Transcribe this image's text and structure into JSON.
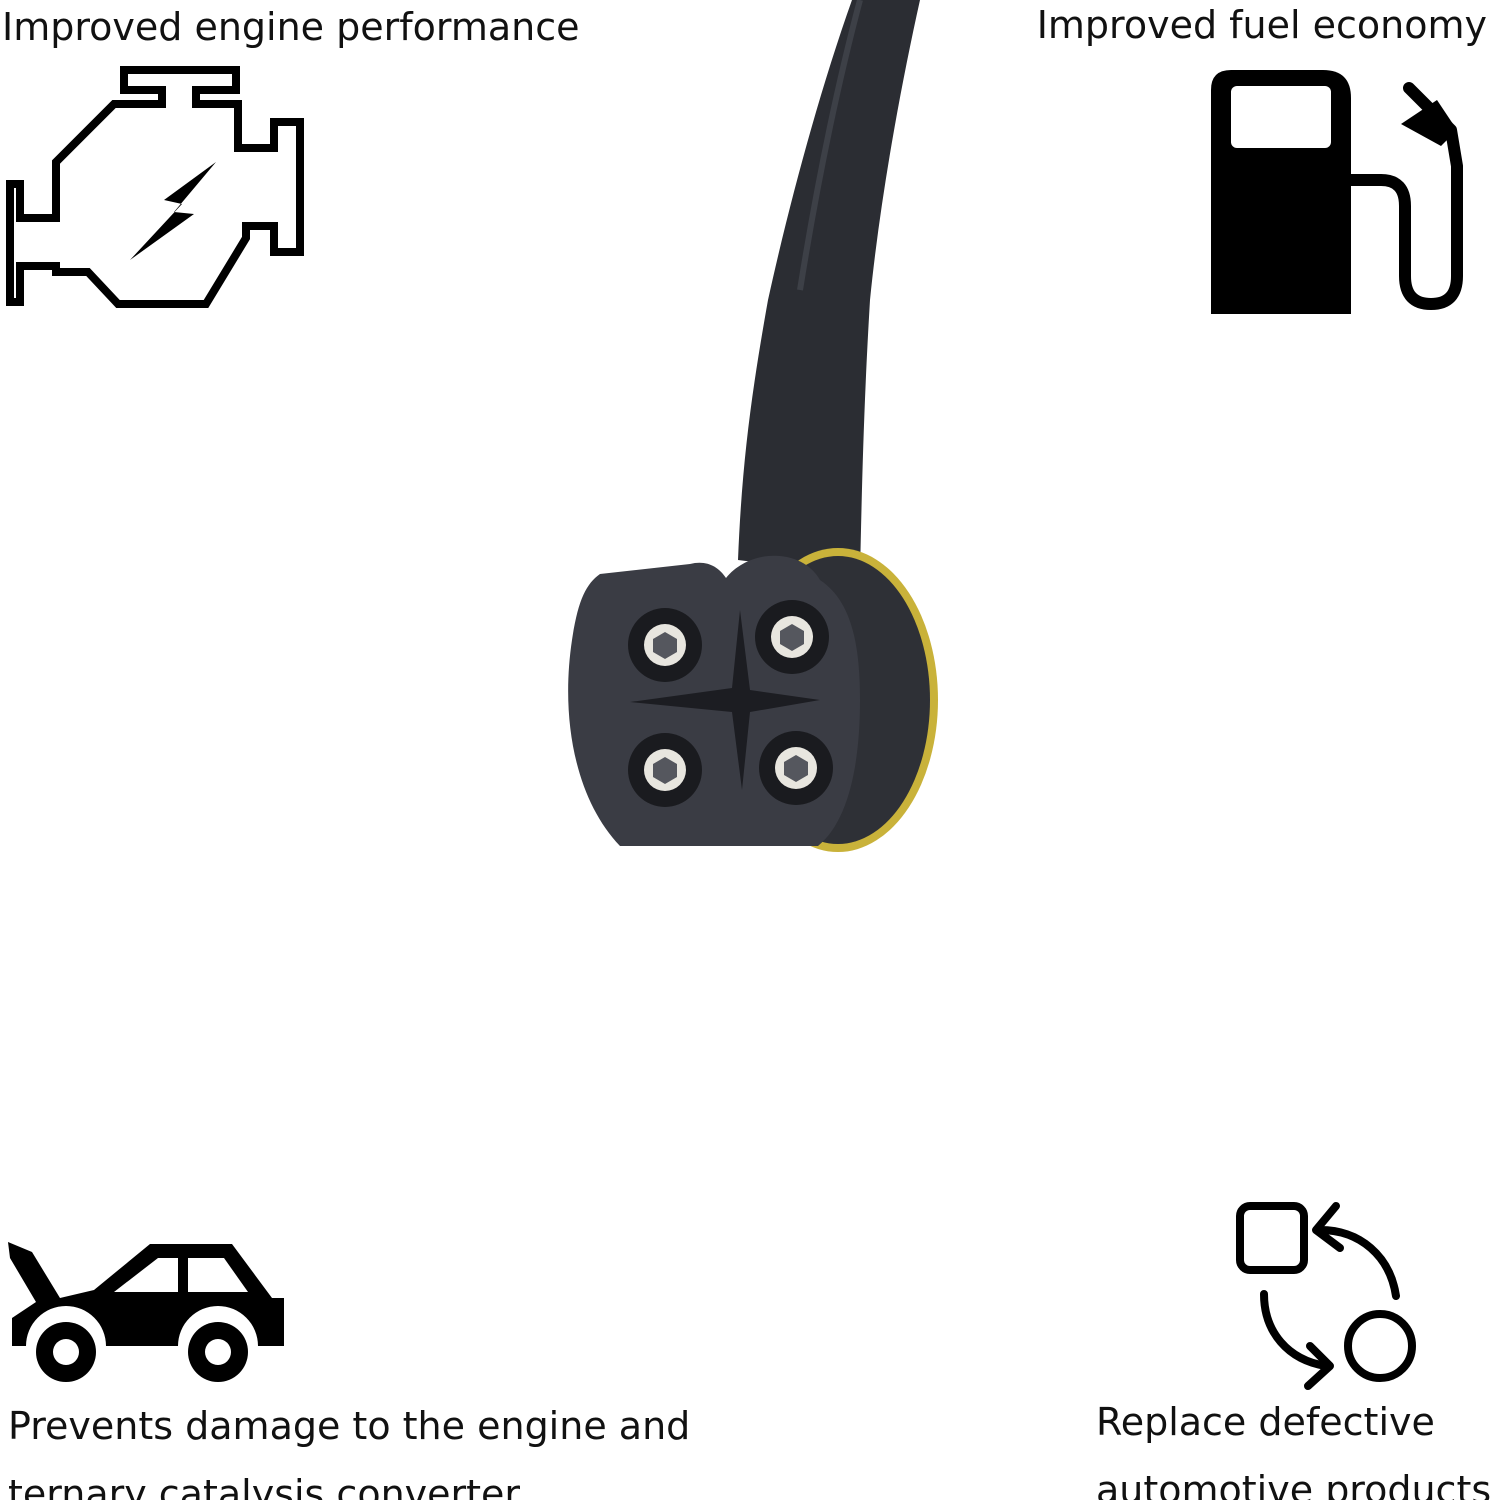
{
  "captions": {
    "top_left": "Improved engine performance",
    "top_right": "Improved fuel economy",
    "bottom_left": "Prevents damage to the engine and ternary catalysis converter",
    "bottom_right": "Replace defective automotive products"
  },
  "icons": {
    "top_left": "engine-icon",
    "top_right": "fuel-pump-icon",
    "bottom_left": "car-hood-open-icon",
    "bottom_right": "replace-cycle-icon"
  },
  "colors": {
    "text": "#111111",
    "icon": "#000000",
    "cable": "#2b2d33",
    "connector": "#3a3c44",
    "seal_ring": "#c9b23a",
    "background": "#ffffff"
  }
}
